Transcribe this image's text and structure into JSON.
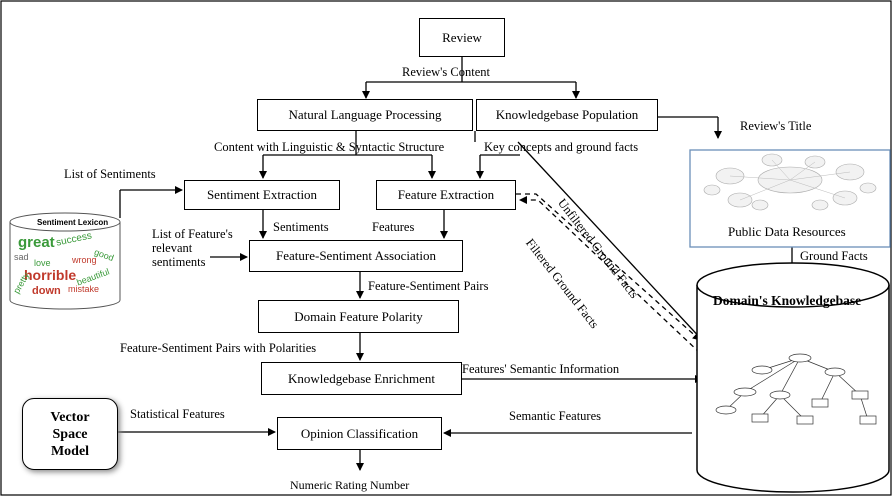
{
  "boxes": {
    "review": "Review",
    "nlp": "Natural Language Processing",
    "kb_population": "Knowledgebase Population",
    "sentiment_extraction": "Sentiment Extraction",
    "feature_extraction": "Feature Extraction",
    "feature_sentiment_association": "Feature-Sentiment Association",
    "domain_feature_polarity": "Domain Feature Polarity",
    "kb_enrichment": "Knowledgebase Enrichment",
    "opinion_classification": "Opinion Classification",
    "vector_space_model": "Vector Space Model",
    "public_data_resources": "Public Data Resources",
    "domains_knowledgebase": "Domain's Knowledgebase",
    "sentiment_lexicon": "Sentiment Lexicon"
  },
  "labels": {
    "reviews_content": "Review's Content",
    "content_with_structure": "Content with Linguistic & Syntactic Structure",
    "key_concepts": "Key concepts and ground facts",
    "reviews_title": "Review's Title",
    "list_of_sentiments": "List of Sentiments",
    "sentiments": "Sentiments",
    "features": "Features",
    "list_of_features_relevant": "List of Feature's relevant sentiments",
    "feature_sentiment_pairs": "Feature-Sentiment Pairs",
    "pairs_with_polarities": "Feature-Sentiment Pairs with Polarities",
    "features_semantic_info": "Features' Semantic Information",
    "statistical_features": "Statistical Features",
    "semantic_features": "Semantic Features",
    "ground_facts": "Ground Facts",
    "unfiltered_ground_facts": "Unfiltered Ground Facts",
    "filtered_ground_facts": "Filtered Ground Facts",
    "numeric_rating_number": "Numeric Rating Number"
  },
  "lexicon_words": [
    "great",
    "success",
    "good",
    "sad",
    "love",
    "wrong",
    "horrible",
    "beautiful",
    "pretty",
    "down",
    "mistake"
  ]
}
